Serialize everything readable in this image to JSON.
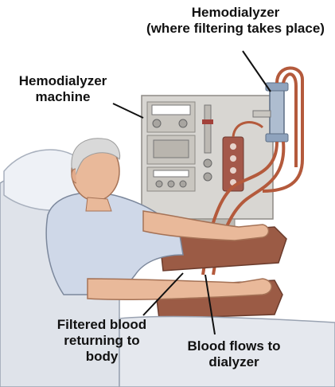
{
  "labels": {
    "hemodialyzer": {
      "line1": "Hemodialyzer",
      "line2": "(where filtering takes place)"
    },
    "machine": {
      "line1": "Hemodialyzer",
      "line2": "machine"
    },
    "filtered": {
      "line1": "Filtered blood",
      "line2": "returning to",
      "line3": "body"
    },
    "flows": {
      "line1": "Blood flows to",
      "line2": "dialyzer"
    }
  },
  "colors": {
    "machine_body": "#d8d6d2",
    "machine_panel": "#c9c6c0",
    "skin": "#e9b99a",
    "gown": "#cfd8e8",
    "bed": "#dfe3ea",
    "tubing": "#b45a3c",
    "armrest": "#9b5b45",
    "dialyzer": "#aebdd0",
    "label_text": "#111111"
  }
}
